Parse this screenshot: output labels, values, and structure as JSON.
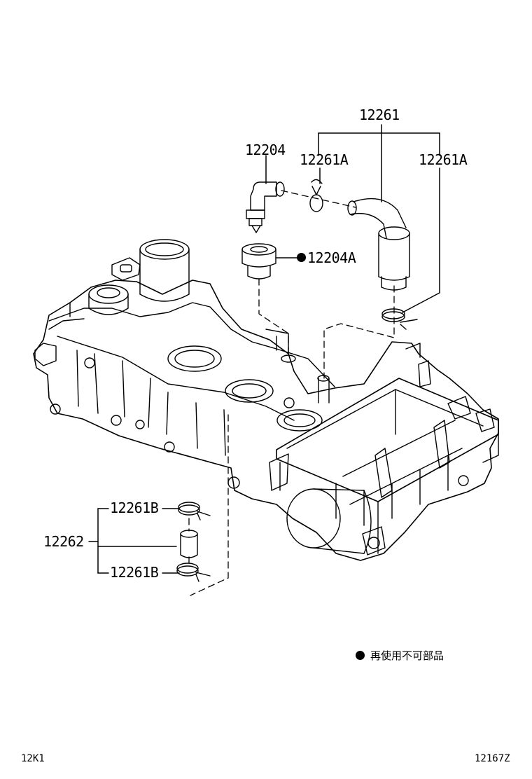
{
  "part_labels": {
    "hose_assembly": "12261",
    "clamp_a_left": "12261A",
    "clamp_a_right": "12261A",
    "pcv_valve": "12204",
    "grommet": "12204A",
    "hose_sub": "12262",
    "clamp_b_top": "12261B",
    "clamp_b_bottom": "12261B"
  },
  "legend": {
    "text": "再使用不可部品"
  },
  "footer": {
    "left_code": "12K1",
    "right_code": "12167Z"
  }
}
